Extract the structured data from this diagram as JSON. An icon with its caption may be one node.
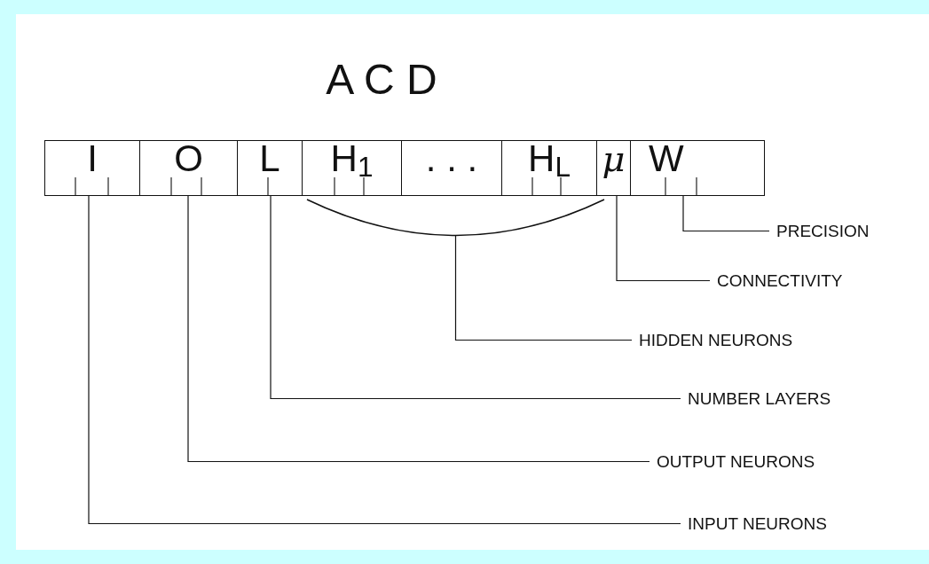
{
  "diagram": {
    "title": "A C D",
    "nodes": [
      {
        "text": [
          "I"
        ]
      },
      {
        "text": [
          "O"
        ]
      },
      {
        "text": [
          "L"
        ]
      },
      {
        "text": [
          "H$_{1}$"
        ]
      },
      {
        "text": [
          ". . ."
        ]
      },
      {
        "text": [
          "H$_{L}$"
        ]
      },
      {
        "text": [
          "μ"
        ]
      },
      {
        "text": [
          "W"
        ]
      },
      {
        "text": [],
        "shape": "bracket"
      },
      {
        "text": [
          "PRECISION"
        ]
      },
      {
        "text": [
          "CONNECTIVITY"
        ]
      },
      {
        "text": [
          "HIDDEN NEURONS"
        ]
      },
      {
        "text": [
          "NUMBER LAYERS"
        ]
      },
      {
        "text": [
          "OUTPUT NEURONS"
        ]
      },
      {
        "text": [
          "INPUT NEURONS"
        ]
      }
    ],
    "edges": [
      {
        "from": 9,
        "to": 7,
        "arrow": "none"
      },
      {
        "from": 10,
        "to": 6,
        "arrow": "none"
      },
      {
        "from": 11,
        "to": 8,
        "arrow": "none"
      },
      {
        "from": 12,
        "to": 2,
        "arrow": "none"
      },
      {
        "from": 13,
        "to": 1,
        "arrow": "none"
      },
      {
        "from": 14,
        "to": 0,
        "arrow": "none"
      }
    ]
  }
}
